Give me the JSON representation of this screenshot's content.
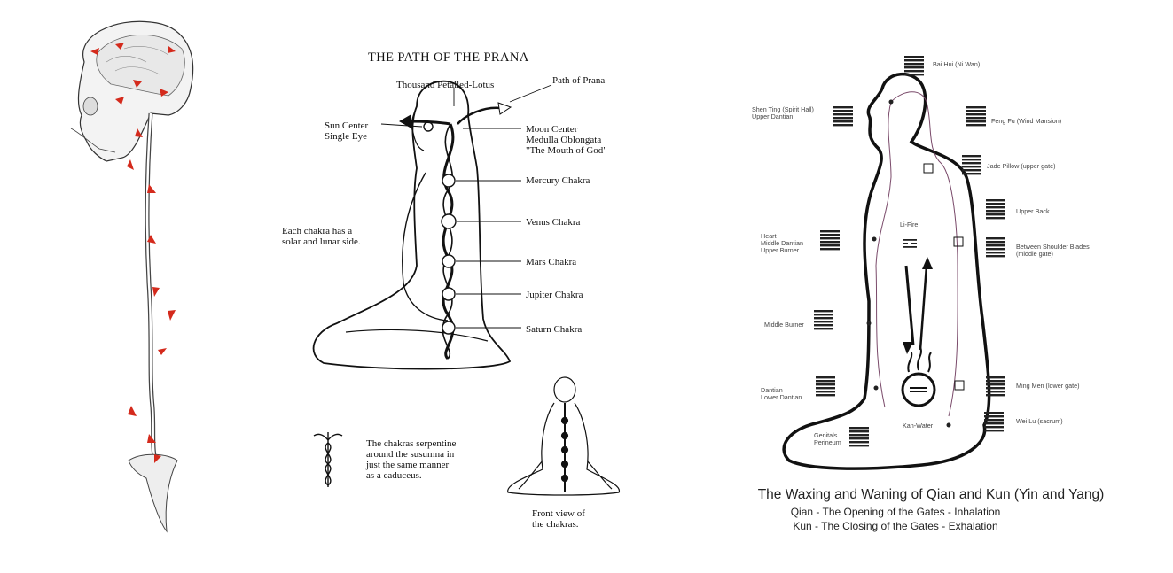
{
  "panel2": {
    "title": "THE PATH OF THE PRANA",
    "labels": {
      "lotus": "Thousand Petalled-Lotus",
      "path": "Path of Prana",
      "sun": "Sun Center\nSingle Eye",
      "moon": "Moon Center\nMedulla Oblongata\n\"The Mouth of God\"",
      "mercury": "Mercury Chakra",
      "venus": "Venus Chakra",
      "mars": "Mars Chakra",
      "jupiter": "Jupiter Chakra",
      "saturn": "Saturn Chakra",
      "side_note": "Each chakra has a\nsolar and lunar side.",
      "caduceus_note": "The chakras serpentine\naround the susumna in\njust the same manner\nas a caduceus.",
      "front_view": "Front view of\nthe chakras."
    }
  },
  "panel3": {
    "labels": {
      "bai_hui": "Bai Hui (Ni Wan)",
      "shen_ting": "Shen Ting (Spirit Hall)\nUpper Dantian",
      "feng_fu": "Feng Fu (Wind Mansion)",
      "jade_pillow": "Jade Pillow (upper gate)",
      "upper_back": "Upper Back",
      "heart": "Heart\nMiddle Dantian\nUpper Burner",
      "li_fire": "Li-Fire",
      "shoulder": "Between Shoulder Blades\n(middle gate)",
      "middle_burner": "Middle Burner",
      "dantian": "Dantian\nLower Dantian",
      "ming_men": "Ming Men (lower gate)",
      "wei_lu": "Wei Lu (sacrum)",
      "kan_water": "Kan-Water",
      "genitals": "Genitals\nPerineum"
    },
    "caption": {
      "line1": "The Waxing and Waning of Qian and Kun (Yin and Yang)",
      "line2": "Qian - The Opening of the Gates - Inhalation",
      "line3": "Kun - The Closing of the Gates - Exhalation"
    }
  },
  "colors": {
    "arrow_red": "#d42a1c",
    "ink": "#111111",
    "line_gray": "#555555",
    "path_purple": "#7a4a6a"
  }
}
